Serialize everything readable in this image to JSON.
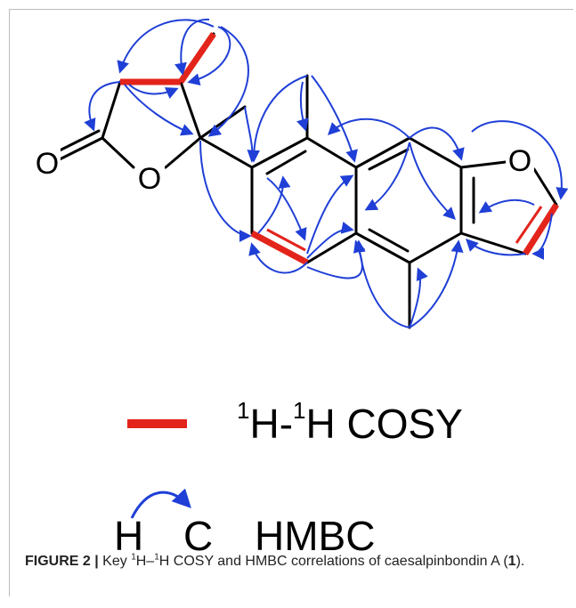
{
  "figure": {
    "atom_labels": {
      "carbonyl_o": "O",
      "ring_o": "O",
      "furan_o": "O"
    },
    "legend": {
      "cosy_sup1": "1",
      "cosy_h1": "H-",
      "cosy_sup2": "1",
      "cosy_h2": "H COSY",
      "hmbc_h": "H",
      "hmbc_c": "C",
      "hmbc_label": "HMBC"
    },
    "caption": {
      "label": "FIGURE 2 |",
      "text_a": " Key ",
      "sup1": "1",
      "text_b": "H–",
      "sup2": "1",
      "text_c": "H COSY and HMBC correlations of caesalpinbondin A (",
      "compound": "1",
      "text_d": ")."
    },
    "colors": {
      "bond": "#000000",
      "cosy": "#e3241b",
      "hmbc": "#1f3fd6"
    }
  }
}
